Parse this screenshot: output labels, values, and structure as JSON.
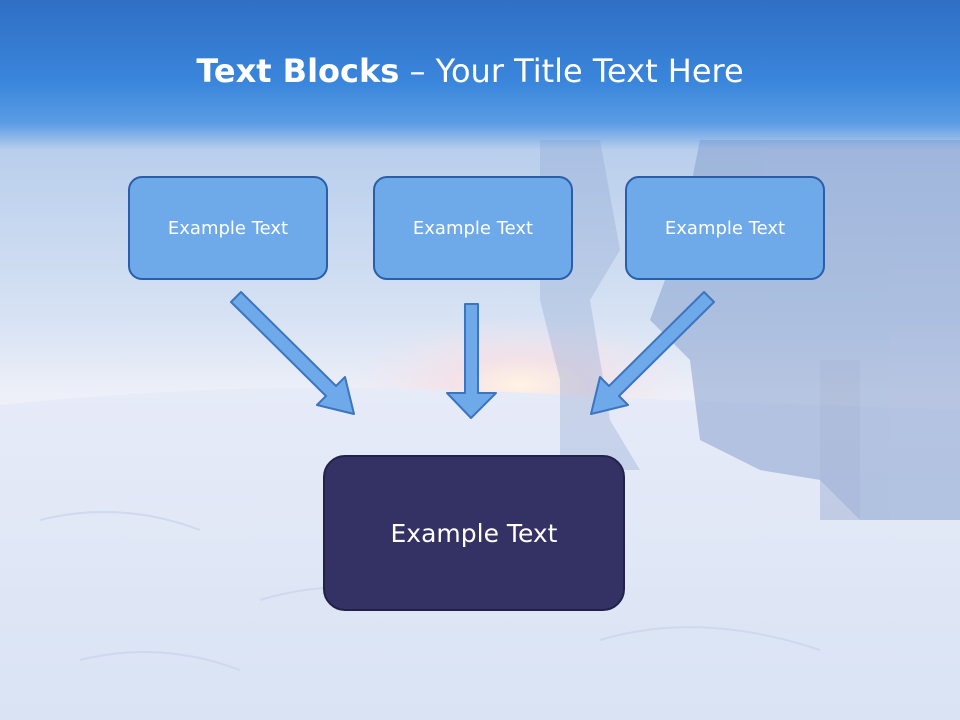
{
  "title": {
    "bold": "Text Blocks",
    "dash": " – ",
    "rest": "Your Title Text Here"
  },
  "blocks": {
    "top": [
      "Example Text",
      "Example Text",
      "Example Text"
    ],
    "bottom": "Example Text"
  },
  "colors": {
    "header": "#3a86dc",
    "small_box_fill": "#6ea9ea",
    "small_box_border": "#2a5ea8",
    "big_box_fill": "#343164",
    "arrow_fill": "#6ea9ea",
    "arrow_stroke": "#3d74bf"
  }
}
